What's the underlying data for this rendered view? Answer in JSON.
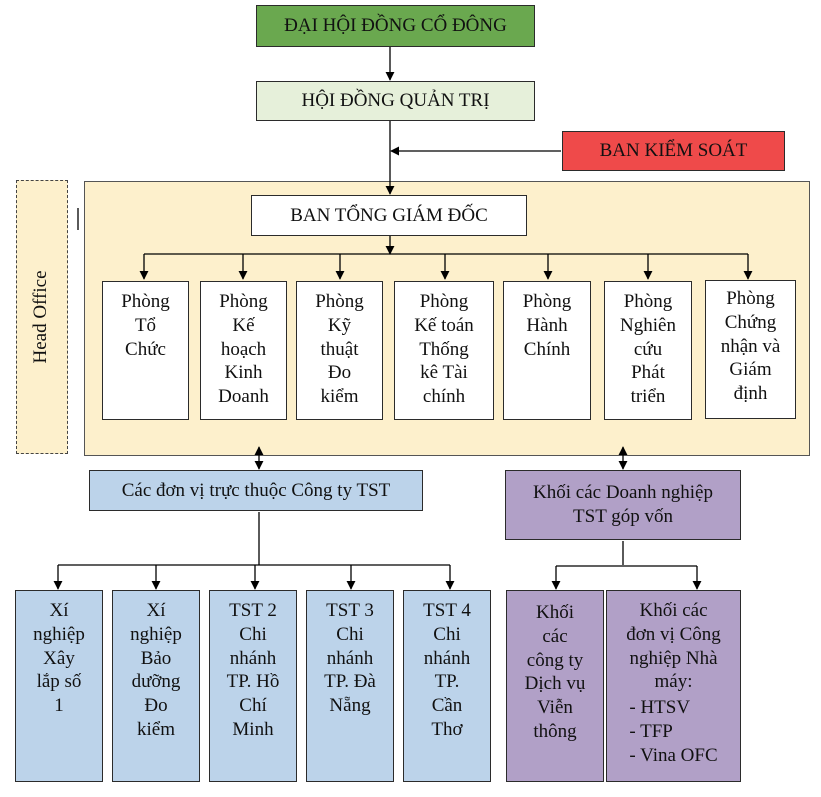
{
  "top": {
    "shareholders": "ĐẠI HỘI ĐỒNG CỔ ĐÔNG",
    "board": "HỘI ĐỒNG QUẢN TRỊ",
    "supervisory": "BAN KIỂM SOÁT",
    "directors": "BAN TỔNG GIÁM ĐỐC"
  },
  "head_office": "Head Office",
  "departments": [
    {
      "lines": [
        "Phòng",
        "Tổ",
        "Chức"
      ]
    },
    {
      "lines": [
        "Phòng",
        "Kế",
        "hoạch",
        "Kinh",
        "Doanh"
      ]
    },
    {
      "lines": [
        "Phòng",
        "Kỹ",
        "thuật",
        "Đo",
        "kiểm"
      ]
    },
    {
      "lines": [
        "Phòng",
        "Kế toán",
        "Thống",
        "kê Tài",
        "chính"
      ]
    },
    {
      "lines": [
        "Phòng",
        "Hành",
        "Chính"
      ]
    },
    {
      "lines": [
        "Phòng",
        "Nghiên",
        "cứu",
        "Phát",
        "triển"
      ]
    },
    {
      "lines": [
        "Phòng",
        "Chứng",
        "nhận và",
        "Giám",
        "định"
      ]
    }
  ],
  "units": {
    "title": "Các đơn vị trực thuộc Công ty TST",
    "items": [
      {
        "lines": [
          "Xí",
          "nghiệp",
          "Xây",
          "lắp số",
          "1"
        ]
      },
      {
        "lines": [
          "Xí",
          "nghiệp",
          "Bảo",
          "dưỡng",
          "Đo",
          "kiểm"
        ]
      },
      {
        "lines": [
          "TST 2",
          "Chi",
          "nhánh",
          "TP. Hồ",
          "Chí",
          "Minh"
        ]
      },
      {
        "lines": [
          "TST 3",
          "Chi",
          "nhánh",
          "TP. Đà",
          "Nẵng"
        ]
      },
      {
        "lines": [
          "TST 4",
          "Chi",
          "nhánh",
          "TP.",
          "Cần",
          "Thơ"
        ]
      }
    ]
  },
  "enterprises": {
    "title_lines": [
      "Khối các Doanh nghiệp",
      "TST góp vốn"
    ],
    "telecom": {
      "lines": [
        "Khối",
        "các",
        "công ty",
        "Dịch vụ",
        "Viễn",
        "thông"
      ]
    },
    "industrial": {
      "lines": [
        "Khối các",
        "đơn vị Công",
        "nghiệp Nhà",
        "máy:"
      ],
      "list": [
        "-  HTSV",
        "-  TFP",
        "-  Vina OFC"
      ]
    }
  },
  "colors": {
    "shareholders": "#6aa84f",
    "board": "#e6f0da",
    "supervisory": "#ef4a4a",
    "head_office_panel": "#fdf0cc",
    "units": "#bcd3ea",
    "enterprises": "#b1a0c7"
  }
}
